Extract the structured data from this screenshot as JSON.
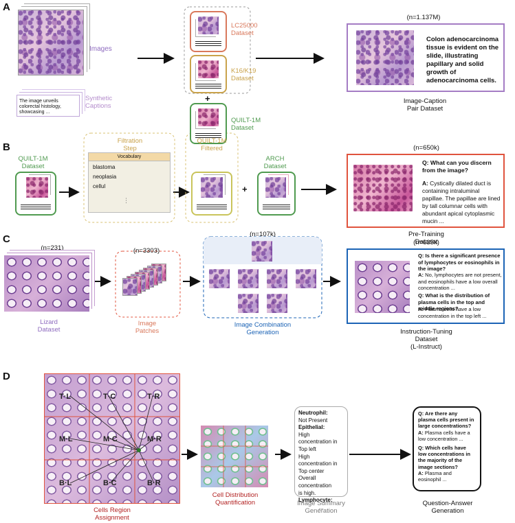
{
  "panel_a": {
    "letter": "A",
    "images_label": "Images",
    "synthetic_caption_text": "The image unveils colorectal histology, showcasing ...",
    "synthetic_label": "Synthetic\nCaptions",
    "lc25000": "LC25000\nDataset",
    "k16": "K16/K19\nDataset",
    "plus": "+",
    "quilt": "QUILT-1M\nDataset",
    "count": "(n=1.137M)",
    "caption": "Colon adenocarcinoma tissue is evident on the slide, illustrating papillary and solid growth of adenocarcinoma cells.",
    "output_label": "Image-Caption\nPair Dataset"
  },
  "panel_b": {
    "letter": "B",
    "quilt": "QUILT-1M\nDataset",
    "filtration": "Filtration\nStep",
    "vocab_header": "Vocabulary",
    "vocab_items": [
      "blastoma",
      "neoplasia",
      "cellul"
    ],
    "vocab_more": "⋮",
    "filtered": "QUILT-1M\nFiltered",
    "plus": "+",
    "arch": "ARCH\nDataset",
    "count": "(n=650k)",
    "q": "Q: What can you discern from the image?",
    "a_prefix": "A:",
    "a": " Cystically dilated duct is containing intraluminal papillae. The papillae are lined by tall columnar cells with abundant apical cytoplasmic mucin ...",
    "output_label": "Pre-Training\nDataset"
  },
  "panel_c": {
    "letter": "C",
    "n_lizard": "(n=231)",
    "lizard": "Lizard\nDataset",
    "n_patches": "(n=3303)",
    "patches": "Image\nPatches",
    "n_comb": "(n=107k)",
    "comb": "Image Combination\nGeneration",
    "n_out": "(n=635k)",
    "q1": "Q: Is there a significant presence of lymphocytes or eosinophils in the image?",
    "a1_prefix": "A:",
    "a1": " No, lymphocytes are not present, and eosinophils have a low overall concentration ...",
    "q2": "Q: What is the distribution of plasma cells in the top and middle regions?",
    "a2_prefix": "A:",
    "a2": " Plasma cells have a low concentration in the top left ...",
    "output_label": "Instruction-Tuning\nDataset\n(L-Instruct)"
  },
  "panel_d": {
    "letter": "D",
    "regions": [
      "T·L",
      "T·C",
      "T·R",
      "M·L",
      "M·C",
      "M·R",
      "B·L",
      "B·C",
      "B·R"
    ],
    "cells_region": "Cells Region\nAssignment",
    "cell_dist": "Cell Distribution\nQuantification",
    "summary_lines": [
      {
        "text": "Neutrophil:",
        "bold": true
      },
      {
        "text": "Not Present",
        "bold": false
      },
      {
        "text": "Epithelial:",
        "bold": true
      },
      {
        "text": "High concentration in",
        "bold": false
      },
      {
        "text": "Top left",
        "bold": false
      },
      {
        "text": "High concentration in",
        "bold": false
      },
      {
        "text": "Top center",
        "bold": false
      },
      {
        "text": "Overall concentration",
        "bold": false
      },
      {
        "text": "is high.",
        "bold": false
      },
      {
        "text": "Lymphocyte:",
        "bold": true
      },
      {
        "text": "...",
        "bold": false
      }
    ],
    "summary_label": "Image Summary\nGeneration",
    "q1": "Q: Are there any plasma cells present in large concentrations?",
    "a1_prefix": "A:",
    "a1": " Plasma cells have a low concentration ...",
    "q2": "Q: Which cells have low concentrations in the majority of the image sections?",
    "a2_prefix": "A:",
    "a2": " Plasma and eosinophil  ...",
    "qa_label": "Question-Answer\nGeneration"
  },
  "colors": {
    "purple": "#8e6bbf",
    "orange": "#d9785b",
    "gold": "#c9a24a",
    "green": "#4f9a4f",
    "red_box": "#e0533d",
    "blue_box": "#1b63b5",
    "lilac_box": "#a47cc4",
    "dark_red": "#b22222",
    "gray": "#7a7a7a"
  }
}
